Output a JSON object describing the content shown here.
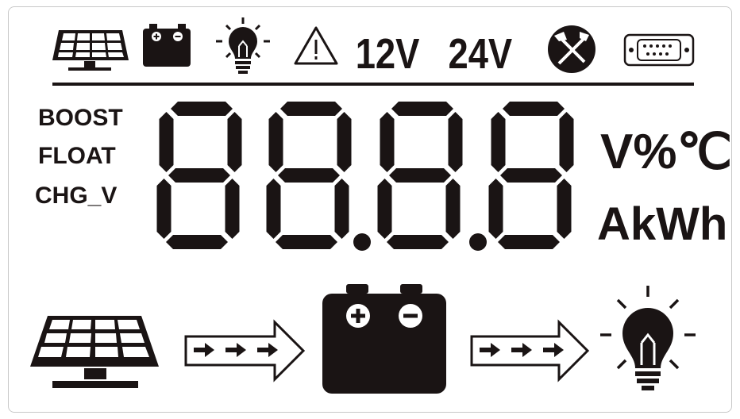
{
  "lcd": {
    "status_icons": [
      "solar-panel-icon",
      "battery-icon",
      "lightbulb-icon",
      "warning-icon",
      "tools-icon",
      "serial-port-icon"
    ],
    "voltage_labels": [
      "12V",
      "24V"
    ],
    "modes": [
      "BOOST",
      "FLOAT",
      "CHG_V"
    ],
    "display_value": "88.8.8",
    "units_line1": "V%℃",
    "units_line2": "AkWh",
    "flow_icons": [
      "solar-panel-icon",
      "arrow-right-icon",
      "battery-icon",
      "arrow-right-icon",
      "lightbulb-icon"
    ]
  },
  "colors": {
    "segment": "#1a1414",
    "background": "#ffffff",
    "border": "#c8c8c8"
  }
}
